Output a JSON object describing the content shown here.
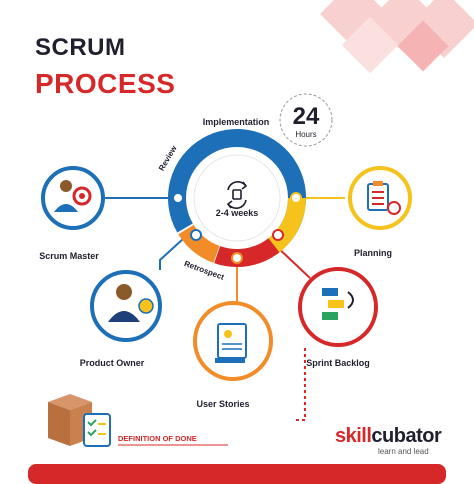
{
  "title": {
    "line1": "SCRUM",
    "line2": "PROCESS"
  },
  "cycle": {
    "implementation": "Implementation",
    "review": "Review",
    "retrospect": "Retrospect",
    "duration": "2-4 weeks",
    "hours_value": "24",
    "hours_unit": "Hours"
  },
  "nodes": {
    "scrum_master": "Scrum Master",
    "planning": "Planning",
    "product_owner": "Product Owner",
    "sprint_backlog": "Sprint Backlog",
    "user_stories": "User Stories",
    "definition_of_done": "DEFINITION OF DONE"
  },
  "brand": {
    "name_a": "skill",
    "name_b": "cubator",
    "tagline": "learn and lead"
  },
  "colors": {
    "red": "#d62828",
    "blue": "#1d6fb8",
    "yellow": "#f6c21c",
    "orange": "#f28c28",
    "navy": "#1f1f2e",
    "pink_deco": "#f7c5c5"
  }
}
